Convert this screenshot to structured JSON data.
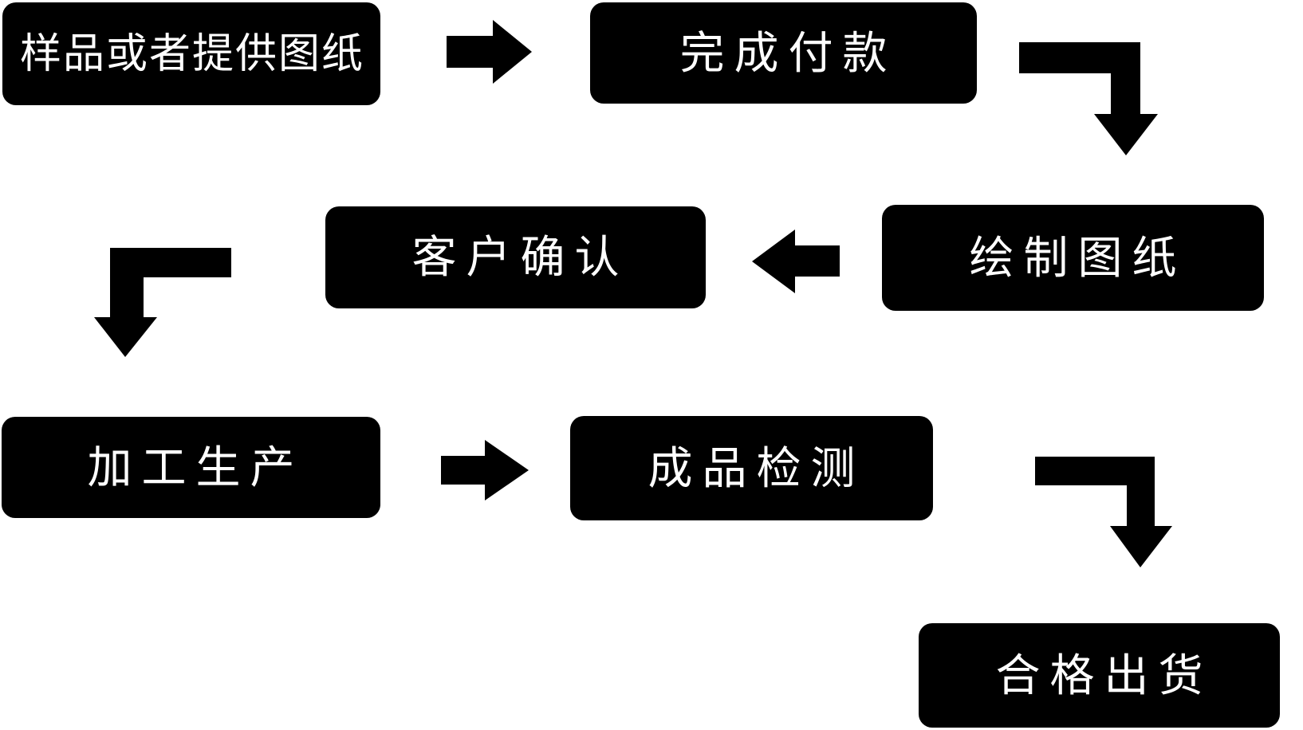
{
  "diagram": {
    "type": "flowchart",
    "background_color": "#ffffff",
    "node_bg_color": "#000000",
    "node_text_color": "#ffffff",
    "arrow_color": "#000000",
    "nodes": [
      {
        "id": "step-sample",
        "label": "样品或者提供图纸"
      },
      {
        "id": "step-payment",
        "label": "完成付款"
      },
      {
        "id": "step-confirm",
        "label": "客户确认"
      },
      {
        "id": "step-drawing",
        "label": "绘制图纸"
      },
      {
        "id": "step-production",
        "label": "加工生产"
      },
      {
        "id": "step-inspection",
        "label": "成品检测"
      },
      {
        "id": "step-shipment",
        "label": "合格出货"
      }
    ],
    "edges": [
      {
        "from": "样品或者提供图纸",
        "to": "完成付款",
        "direction": "right"
      },
      {
        "from": "完成付款",
        "to": "绘制图纸",
        "direction": "elbow-down-right"
      },
      {
        "from": "绘制图纸",
        "to": "客户确认",
        "direction": "left"
      },
      {
        "from": "客户确认",
        "to": "加工生产",
        "direction": "elbow-down-left"
      },
      {
        "from": "加工生产",
        "to": "成品检测",
        "direction": "right"
      },
      {
        "from": "成品检测",
        "to": "合格出货",
        "direction": "elbow-down-right"
      }
    ]
  }
}
